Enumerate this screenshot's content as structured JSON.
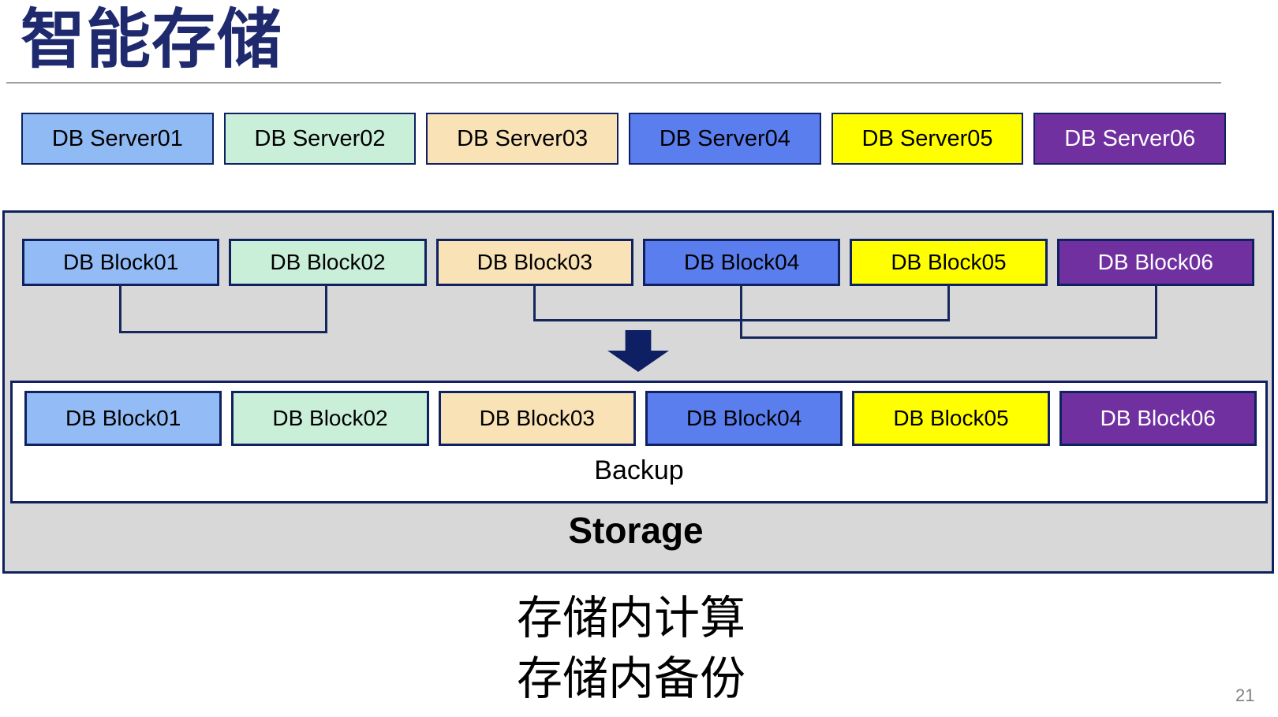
{
  "slide": {
    "title": "智能存储",
    "page_number": "21",
    "caption": {
      "line1": "存储内计算",
      "line2": "存储内备份"
    }
  },
  "palette": {
    "title_navy": "#1F2A6E",
    "border_navy": "#0F2160",
    "connector_navy": "#16275E",
    "arrow_navy": "#0E2063",
    "container_gray": "#D8D8D8",
    "divider_gray": "#9E9E9E",
    "page_number_gray": "#808080"
  },
  "rows": {
    "servers": [
      {
        "label": "DB Server01",
        "fill": "#90BAF4",
        "text": "#000000"
      },
      {
        "label": "DB Server02",
        "fill": "#C9EFD9",
        "text": "#000000"
      },
      {
        "label": "DB Server03",
        "fill": "#F8E2B6",
        "text": "#000000"
      },
      {
        "label": "DB Server04",
        "fill": "#5A7EEE",
        "text": "#000000"
      },
      {
        "label": "DB Server05",
        "fill": "#FFFF00",
        "text": "#000000"
      },
      {
        "label": "DB Server06",
        "fill": "#7030A0",
        "text": "#FFFFFF"
      }
    ],
    "blocks_top": [
      {
        "label": "DB Block01",
        "fill": "#93BCF6",
        "text": "#000000"
      },
      {
        "label": "DB Block02",
        "fill": "#C9EFD9",
        "text": "#000000"
      },
      {
        "label": "DB Block03",
        "fill": "#F8E2B6",
        "text": "#000000"
      },
      {
        "label": "DB Block04",
        "fill": "#5A7EEE",
        "text": "#000000"
      },
      {
        "label": "DB Block05",
        "fill": "#FFFF00",
        "text": "#000000"
      },
      {
        "label": "DB Block06",
        "fill": "#7030A0",
        "text": "#FFFFFF"
      }
    ],
    "blocks_bottom": [
      {
        "label": "DB Block01",
        "fill": "#93BCF6",
        "text": "#000000"
      },
      {
        "label": "DB Block02",
        "fill": "#C9EFD9",
        "text": "#000000"
      },
      {
        "label": "DB Block03",
        "fill": "#F8E2B6",
        "text": "#000000"
      },
      {
        "label": "DB Block04",
        "fill": "#5A7EEE",
        "text": "#000000"
      },
      {
        "label": "DB Block05",
        "fill": "#FFFF00",
        "text": "#000000"
      },
      {
        "label": "DB Block06",
        "fill": "#7030A0",
        "text": "#FFFFFF"
      }
    ]
  },
  "storage": {
    "label": "Storage",
    "backup_label": "Backup"
  }
}
